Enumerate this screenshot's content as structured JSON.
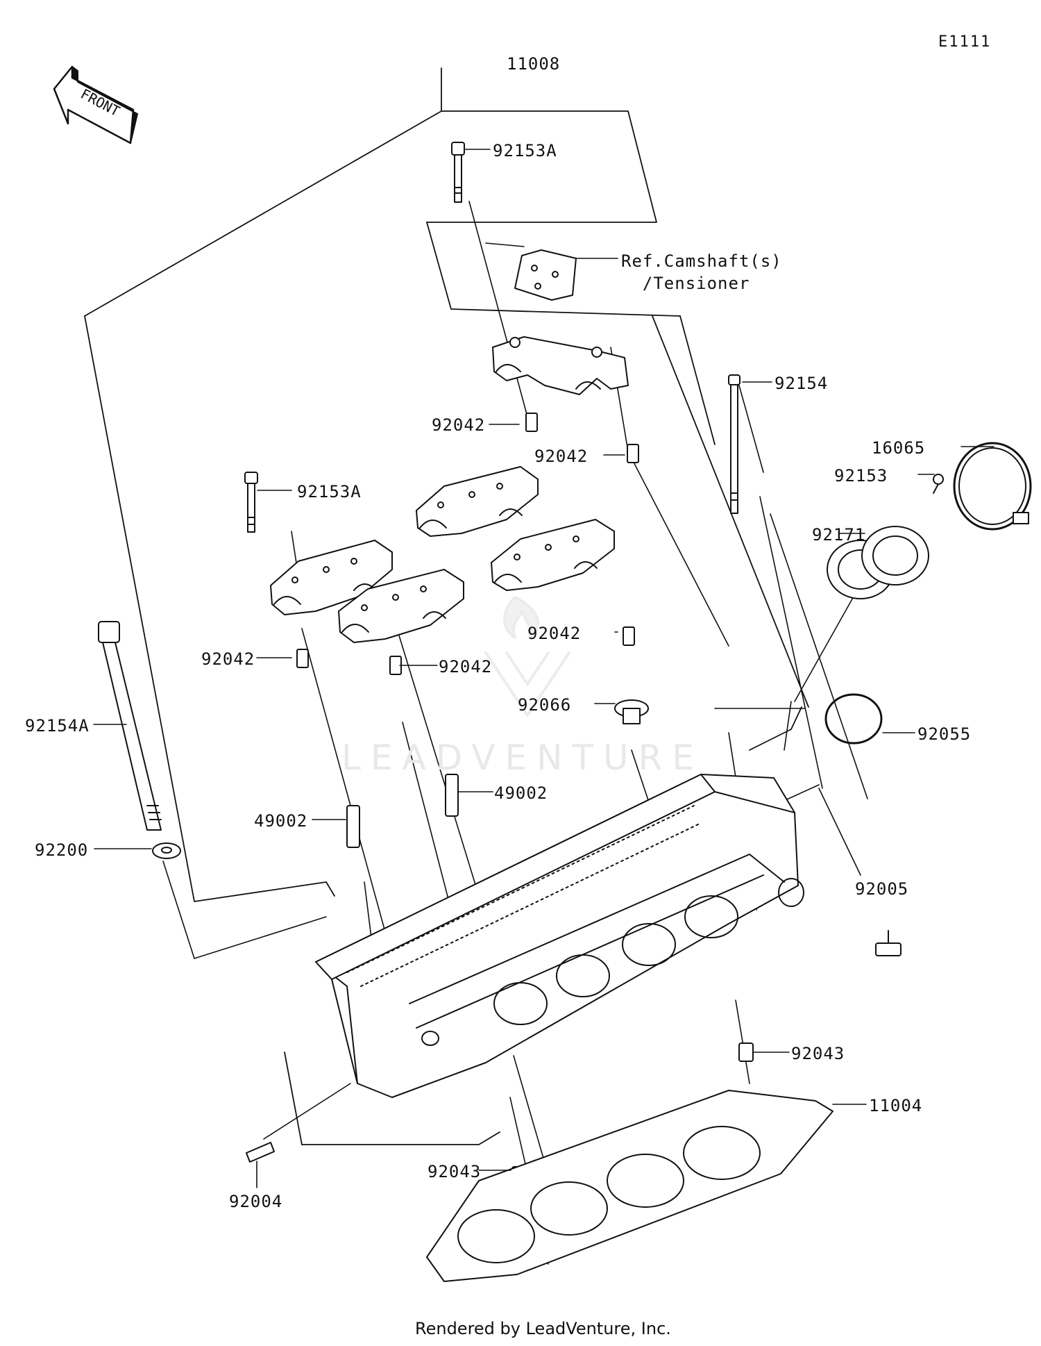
{
  "diagram_code": "E1111",
  "front_label": "FRONT",
  "watermark": "LEADVENTURE",
  "footer": "Rendered by LeadVenture, Inc.",
  "reference_note": "Ref.Camshaft(s)\n  /Tensioner",
  "parts": [
    {
      "id": "p11008",
      "number": "11008"
    },
    {
      "id": "p92153A_top",
      "number": "92153A"
    },
    {
      "id": "p92154",
      "number": "92154"
    },
    {
      "id": "p92042_a",
      "number": "92042"
    },
    {
      "id": "p92042_b",
      "number": "92042"
    },
    {
      "id": "p16065",
      "number": "16065"
    },
    {
      "id": "p92153",
      "number": "92153"
    },
    {
      "id": "p92153A_left",
      "number": "92153A"
    },
    {
      "id": "p92171",
      "number": "92171"
    },
    {
      "id": "p92042_c",
      "number": "92042"
    },
    {
      "id": "p92042_d",
      "number": "92042"
    },
    {
      "id": "p92042_e",
      "number": "92042"
    },
    {
      "id": "p92066",
      "number": "92066"
    },
    {
      "id": "p92055",
      "number": "92055"
    },
    {
      "id": "p92154A",
      "number": "92154A"
    },
    {
      "id": "p49002_a",
      "number": "49002"
    },
    {
      "id": "p49002_b",
      "number": "49002"
    },
    {
      "id": "p92200",
      "number": "92200"
    },
    {
      "id": "p92005",
      "number": "92005"
    },
    {
      "id": "p92043_a",
      "number": "92043"
    },
    {
      "id": "p11004",
      "number": "11004"
    },
    {
      "id": "p92043_b",
      "number": "92043"
    },
    {
      "id": "p92004",
      "number": "92004"
    }
  ],
  "colors": {
    "line": "#111111",
    "background": "#ffffff",
    "watermark": "#e6e6e6"
  }
}
